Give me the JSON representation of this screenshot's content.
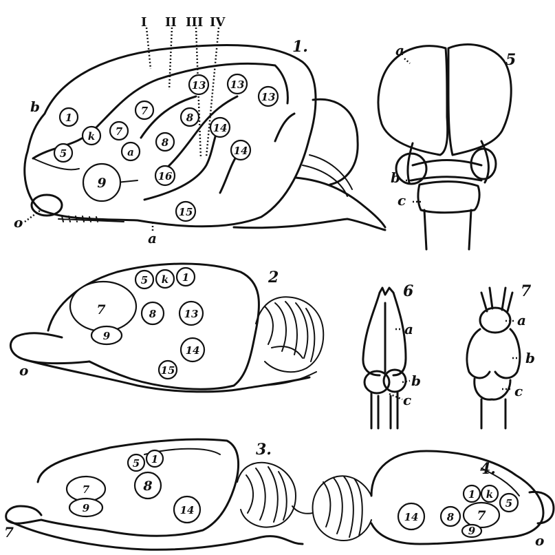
{
  "figures": {
    "fig1": {
      "number": "1.",
      "roman": [
        "I",
        "II",
        "III",
        "IV"
      ],
      "letters": {
        "b": "b",
        "a": "a",
        "o": "o"
      },
      "areas": [
        "1",
        "k",
        "5",
        "7",
        "7",
        "a",
        "9",
        "8",
        "16",
        "8",
        "13",
        "13",
        "13",
        "14",
        "14",
        "15"
      ]
    },
    "fig2": {
      "number": "2",
      "letter_o": "o",
      "areas": [
        "5",
        "k",
        "1",
        "7",
        "9",
        "8",
        "13",
        "14",
        "15"
      ]
    },
    "fig3": {
      "number": "3.",
      "letter": "7",
      "areas": [
        "5",
        "1",
        "7",
        "9",
        "8",
        "14"
      ]
    },
    "fig4": {
      "number": "4.",
      "letter_o": "o",
      "areas": [
        "1",
        "k",
        "5",
        "7",
        "9",
        "8",
        "14"
      ]
    },
    "fig5": {
      "number": "5",
      "letters": {
        "a": "a",
        "b": "b",
        "c": "c"
      }
    },
    "fig6": {
      "number": "6",
      "letters": {
        "a": "a",
        "b": "b",
        "c": "c"
      }
    },
    "fig7": {
      "number": "7",
      "letters": {
        "a": "a",
        "b": "b",
        "c": "c"
      }
    }
  }
}
